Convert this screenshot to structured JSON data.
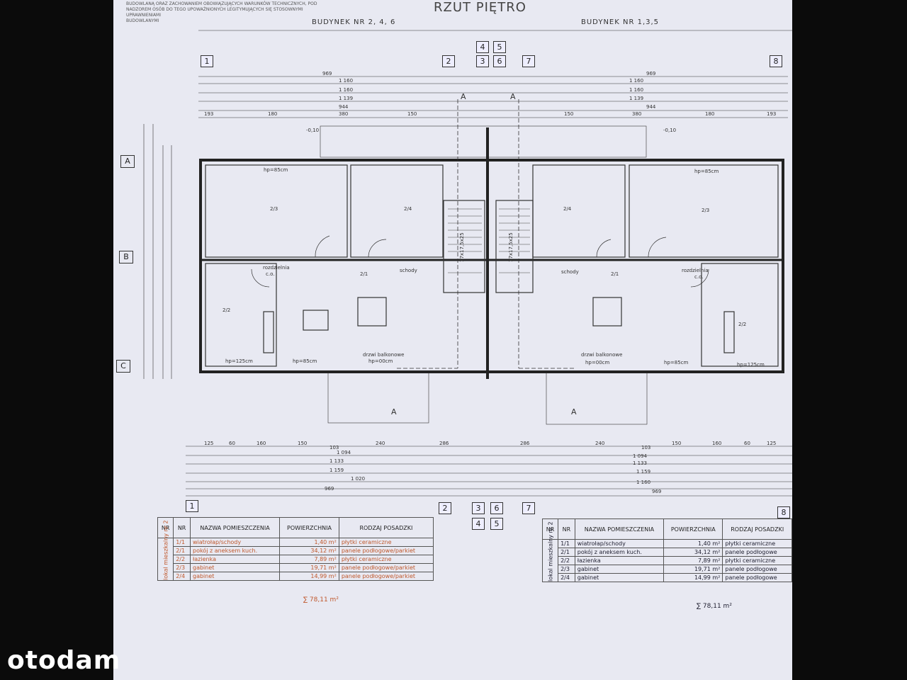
{
  "header": {
    "note_lines": [
      "BUDOWLANĄ ORAZ ZACHOWANIEM OBOWIĄZUJĄCYCH WARUNKÓW TECHNICZNYCH, POD",
      "NADZOREM OSÓB DO TEGO UPOWAŻNIONYCH LEGITYMUJĄCYCH SIĘ STOSOWNYMI UPRAWNIENIAMI",
      "BUDOWLANYMI"
    ],
    "title": "RZUT PIĘTRO",
    "building_left": "BUDYNEK NR 2, 4, 6",
    "building_right": "BUDYNEK NR 1,3,5"
  },
  "axes_top": [
    "1",
    "2",
    "3",
    "4",
    "5",
    "6",
    "7",
    "8"
  ],
  "rows": [
    "A",
    "B",
    "C"
  ],
  "levels": [
    "-0,10",
    "-0,10"
  ],
  "rooms_left": [
    "2/3",
    "2/4",
    "2/1",
    "2/2"
  ],
  "rooms_right": [
    "2/4",
    "2/3",
    "2/1",
    "2/2"
  ],
  "plan_labels": {
    "hp85": "hp=85cm",
    "hp00": "hp=00cm",
    "hp125": "hp=125cm",
    "balcony_door": "drzwi balkonowe",
    "distributor": "rozdzielnia",
    "co": "c.o.",
    "stairs": "17x17,5x25",
    "stairs_label": "schody",
    "section": "A"
  },
  "dims_top": [
    "969",
    "1 160",
    "1 160",
    "1 139",
    "944",
    "193",
    "180",
    "380",
    "150",
    "380",
    "180",
    "193"
  ],
  "dims_bottom": [
    "125",
    "60",
    "160",
    "150",
    "103",
    "240",
    "286",
    "286",
    "240",
    "103",
    "150",
    "160",
    "60",
    "125",
    "1 094",
    "1 133",
    "1 159",
    "1 020",
    "1 160",
    "969"
  ],
  "table_headers": [
    "NR",
    "NR",
    "NAZWA POMIESZCZENIA",
    "POWIERZCHNIA",
    "RODZAJ POSADZKI"
  ],
  "table_group_label": "lokal mieszkalny nr 2",
  "table_rows": [
    {
      "nr": "1/1",
      "name": "wiatrołap/schody",
      "area": "1,40 m²",
      "floor": "płytki ceramiczne"
    },
    {
      "nr": "2/1",
      "name": "pokój z aneksem kuch.",
      "area": "34,12 m²",
      "floor": "panele podłogowe/parkiet"
    },
    {
      "nr": "2/2",
      "name": "łazienka",
      "area": "7,89 m²",
      "floor": "płytki ceramiczne"
    },
    {
      "nr": "2/3",
      "name": "gabinet",
      "area": "19,71 m²",
      "floor": "panele podłogowe/parkiet"
    },
    {
      "nr": "2/4",
      "name": "gabinet",
      "area": "14,99 m²",
      "floor": "panele podłogowe/parkiet"
    }
  ],
  "table_rows_right": [
    {
      "nr": "1/1",
      "name": "wiatrołap/schody",
      "area": "1,40 m²",
      "floor": "płytki ceramiczne"
    },
    {
      "nr": "2/1",
      "name": "pokój z aneksem kuch.",
      "area": "34,12 m²",
      "floor": "panele podłogowe"
    },
    {
      "nr": "2/2",
      "name": "łazienka",
      "area": "7,89 m²",
      "floor": "płytki ceramiczne"
    },
    {
      "nr": "2/3",
      "name": "gabinet",
      "area": "19,71 m²",
      "floor": "panele podłogowe"
    },
    {
      "nr": "2/4",
      "name": "gabinet",
      "area": "14,99 m²",
      "floor": "panele podłogowe"
    }
  ],
  "total": "∑ 78,11 m²",
  "logo": "otodam",
  "colors": {
    "sheet": "#e8e9f2",
    "ink": "#333333",
    "table_text": "#c0582c"
  }
}
